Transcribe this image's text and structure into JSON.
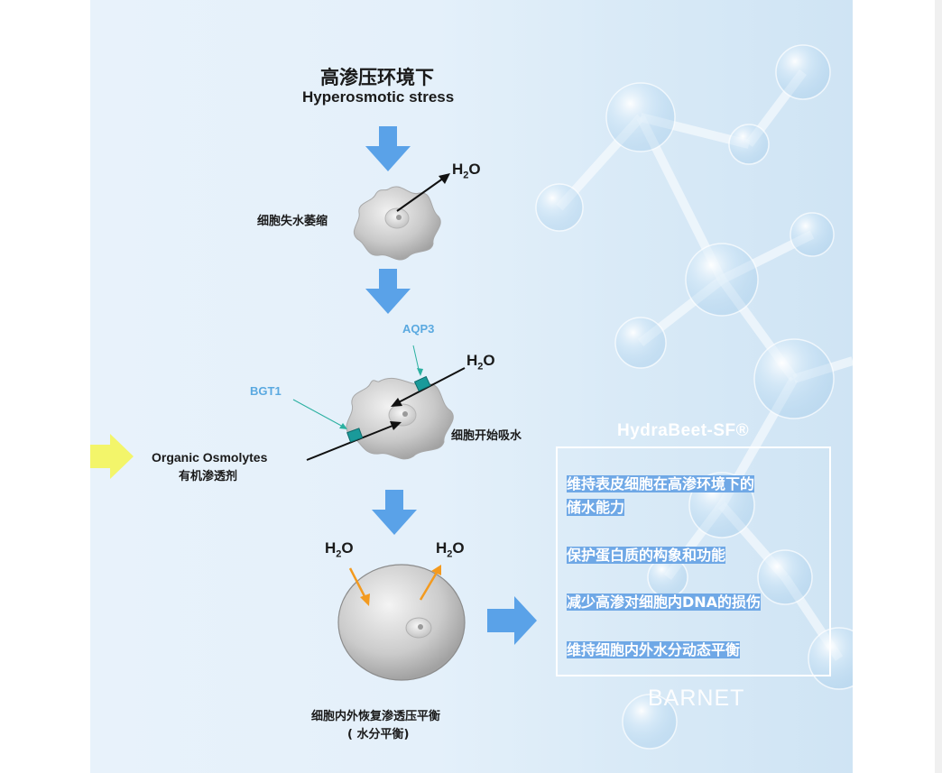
{
  "title": {
    "cn": "高渗压环境下",
    "en": "Hyperosmotic stress"
  },
  "step1": {
    "label": "细胞失水萎缩",
    "water": "H",
    "water_sub": "2",
    "water_end": "O"
  },
  "step2": {
    "protein_top": "AQP3",
    "protein_left": "BGT1",
    "label": "细胞开始吸水",
    "water": "H",
    "water_sub": "2",
    "water_end": "O",
    "osmolytes_en": "Organic Osmolytes",
    "osmolytes_cn": "有机渗透剂"
  },
  "step3": {
    "water_left": "H",
    "water_left_sub": "2",
    "water_left_end": "O",
    "water_right": "H",
    "water_right_sub": "2",
    "water_right_end": "O",
    "label": "细胞内外恢复渗透压平衡",
    "sublabel": "( 水分平衡)"
  },
  "product": {
    "name": "HydraBeet-SF®"
  },
  "benefits": [
    "维持表皮细胞在高渗环境下的",
    "储水能力",
    "保护蛋白质的构象和功能",
    "减少高渗对细胞内DNA的损伤",
    "维持细胞内外水分动态平衡"
  ],
  "watermark": "BARNET",
  "colors": {
    "flow_arrow": "#5aa2e8",
    "yellow_arrow": "#f3f56a",
    "water_arrow_out": "#f39a1f",
    "channel": "#1a9a9a",
    "benefit_highlight": "#6fa8e6"
  }
}
